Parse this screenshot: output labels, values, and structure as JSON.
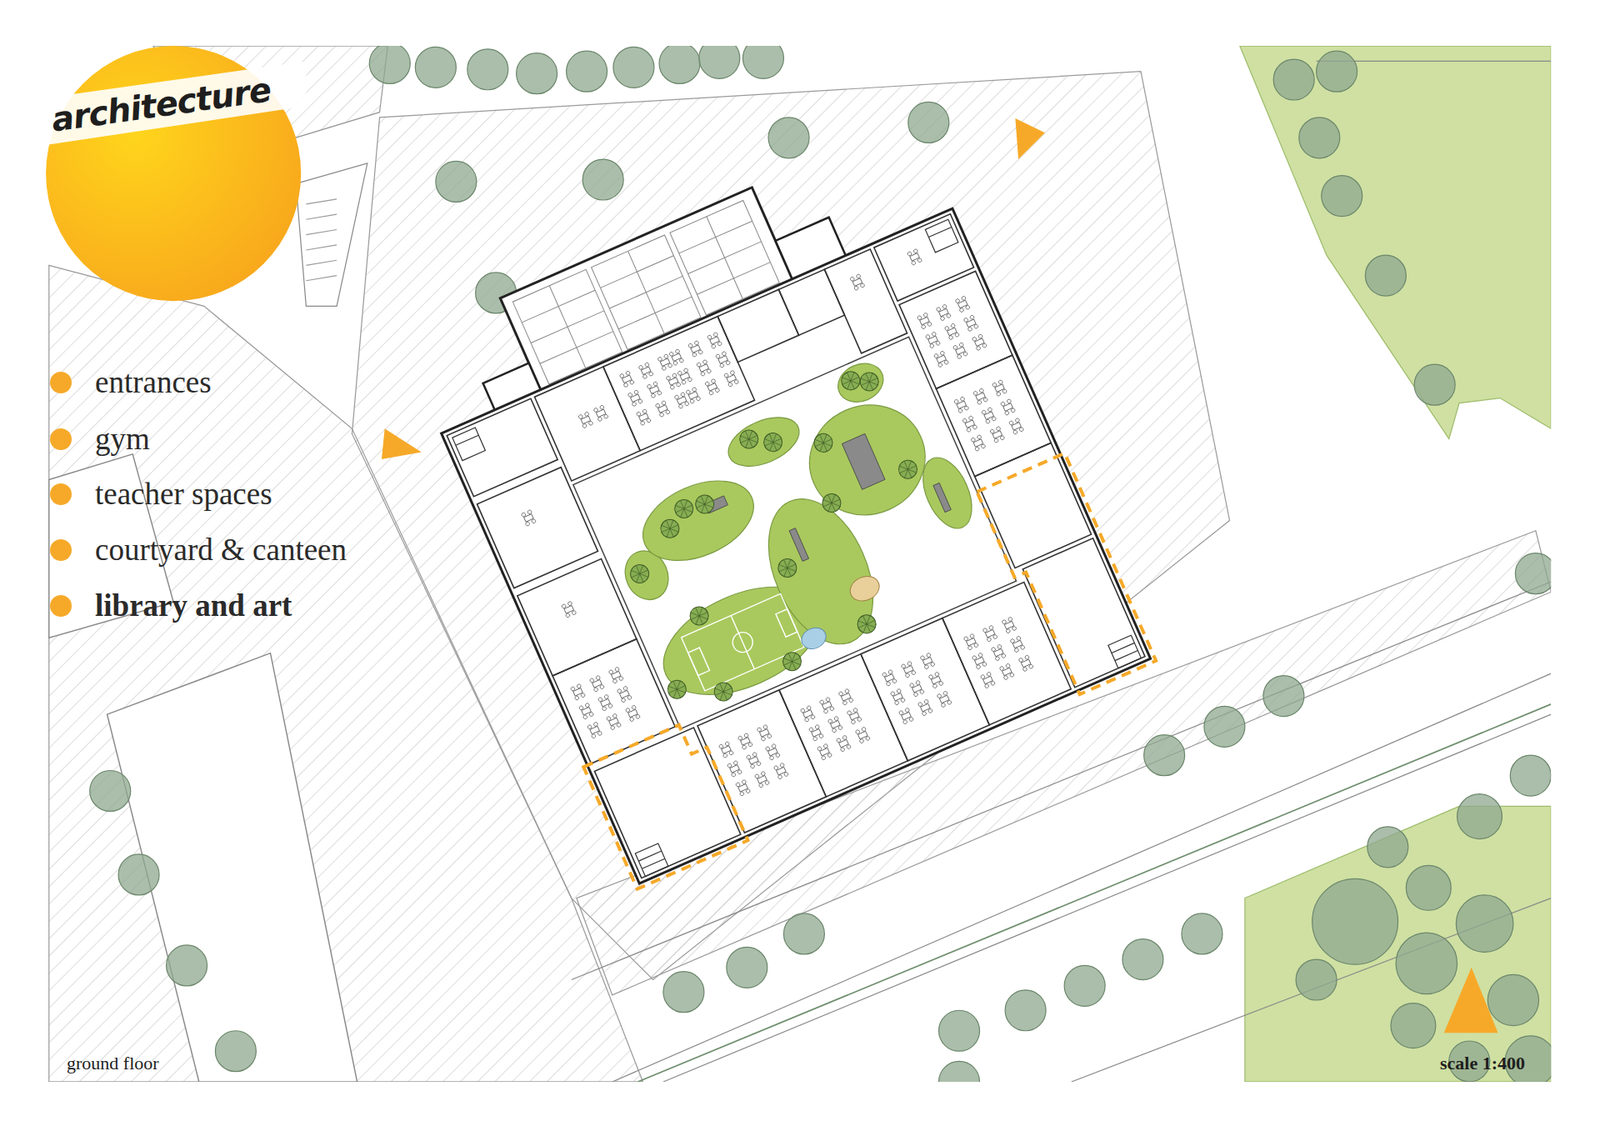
{
  "diagram": {
    "title": "architecture",
    "labels": [
      "ground floor",
      "scale 1:400"
    ],
    "legend": [
      {
        "text": "entrances",
        "color": "#f6a929"
      },
      {
        "text": "gym",
        "color": "#f6a929"
      },
      {
        "text": "teacher spaces",
        "color": "#f6a929"
      },
      {
        "text": "courtyard & canteen",
        "color": "#f6a929"
      },
      {
        "text": "library and art",
        "color": "#f6a929"
      }
    ]
  }
}
